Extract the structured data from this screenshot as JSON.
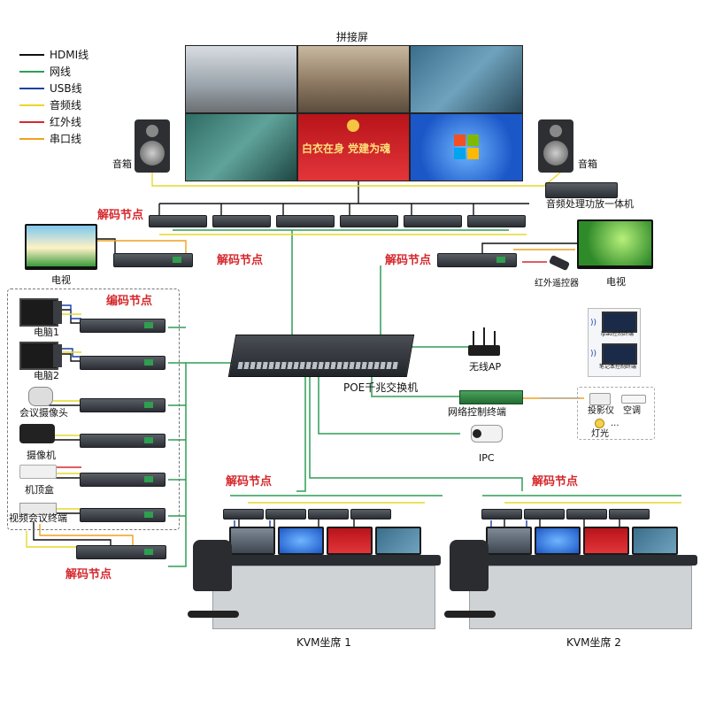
{
  "legend": [
    {
      "label": "HDMI线",
      "color": "#111111"
    },
    {
      "label": "网线",
      "color": "#2e9e56"
    },
    {
      "label": "USB线",
      "color": "#1a3fa8"
    },
    {
      "label": "音频线",
      "color": "#e6d82a"
    },
    {
      "label": "红外线",
      "color": "#d6282d"
    },
    {
      "label": "串口线",
      "color": "#f0a020"
    }
  ],
  "video_wall": {
    "title": "拼接屏",
    "banner_text": "白衣在身 党建为魂"
  },
  "speakers": {
    "left": "音箱",
    "right": "音箱"
  },
  "audio_processor": "音频处理功放一体机",
  "decode_nodes": {
    "top": "解码节点",
    "left_tv": "解码节点",
    "right_tv": "解码节点",
    "bottom_left": "解码节点",
    "seat1": "解码节点",
    "seat2": "解码节点"
  },
  "encode_node": "编码节点",
  "tv_left": "电视",
  "tv_right": "电视",
  "ir_remote": "红外遥控器",
  "sources": [
    {
      "label": "电脑1"
    },
    {
      "label": "电脑2"
    },
    {
      "label": "会议摄像头"
    },
    {
      "label": "摄像机"
    },
    {
      "label": "机顶盒"
    },
    {
      "label": "视频会议终端"
    }
  ],
  "switch": "POE千兆交换机",
  "wireless_ap": "无线AP",
  "network_control": "网络控制终端",
  "ipc": "IPC",
  "terminals": {
    "ipad": "ipad控制终端",
    "notebook": "笔记本控制终端"
  },
  "controlled_devices": {
    "projector": "投影仪",
    "ac": "空调",
    "light": "灯光",
    "more": "..."
  },
  "seats": {
    "seat1": "KVM坐席 1",
    "seat2": "KVM坐席 2"
  }
}
